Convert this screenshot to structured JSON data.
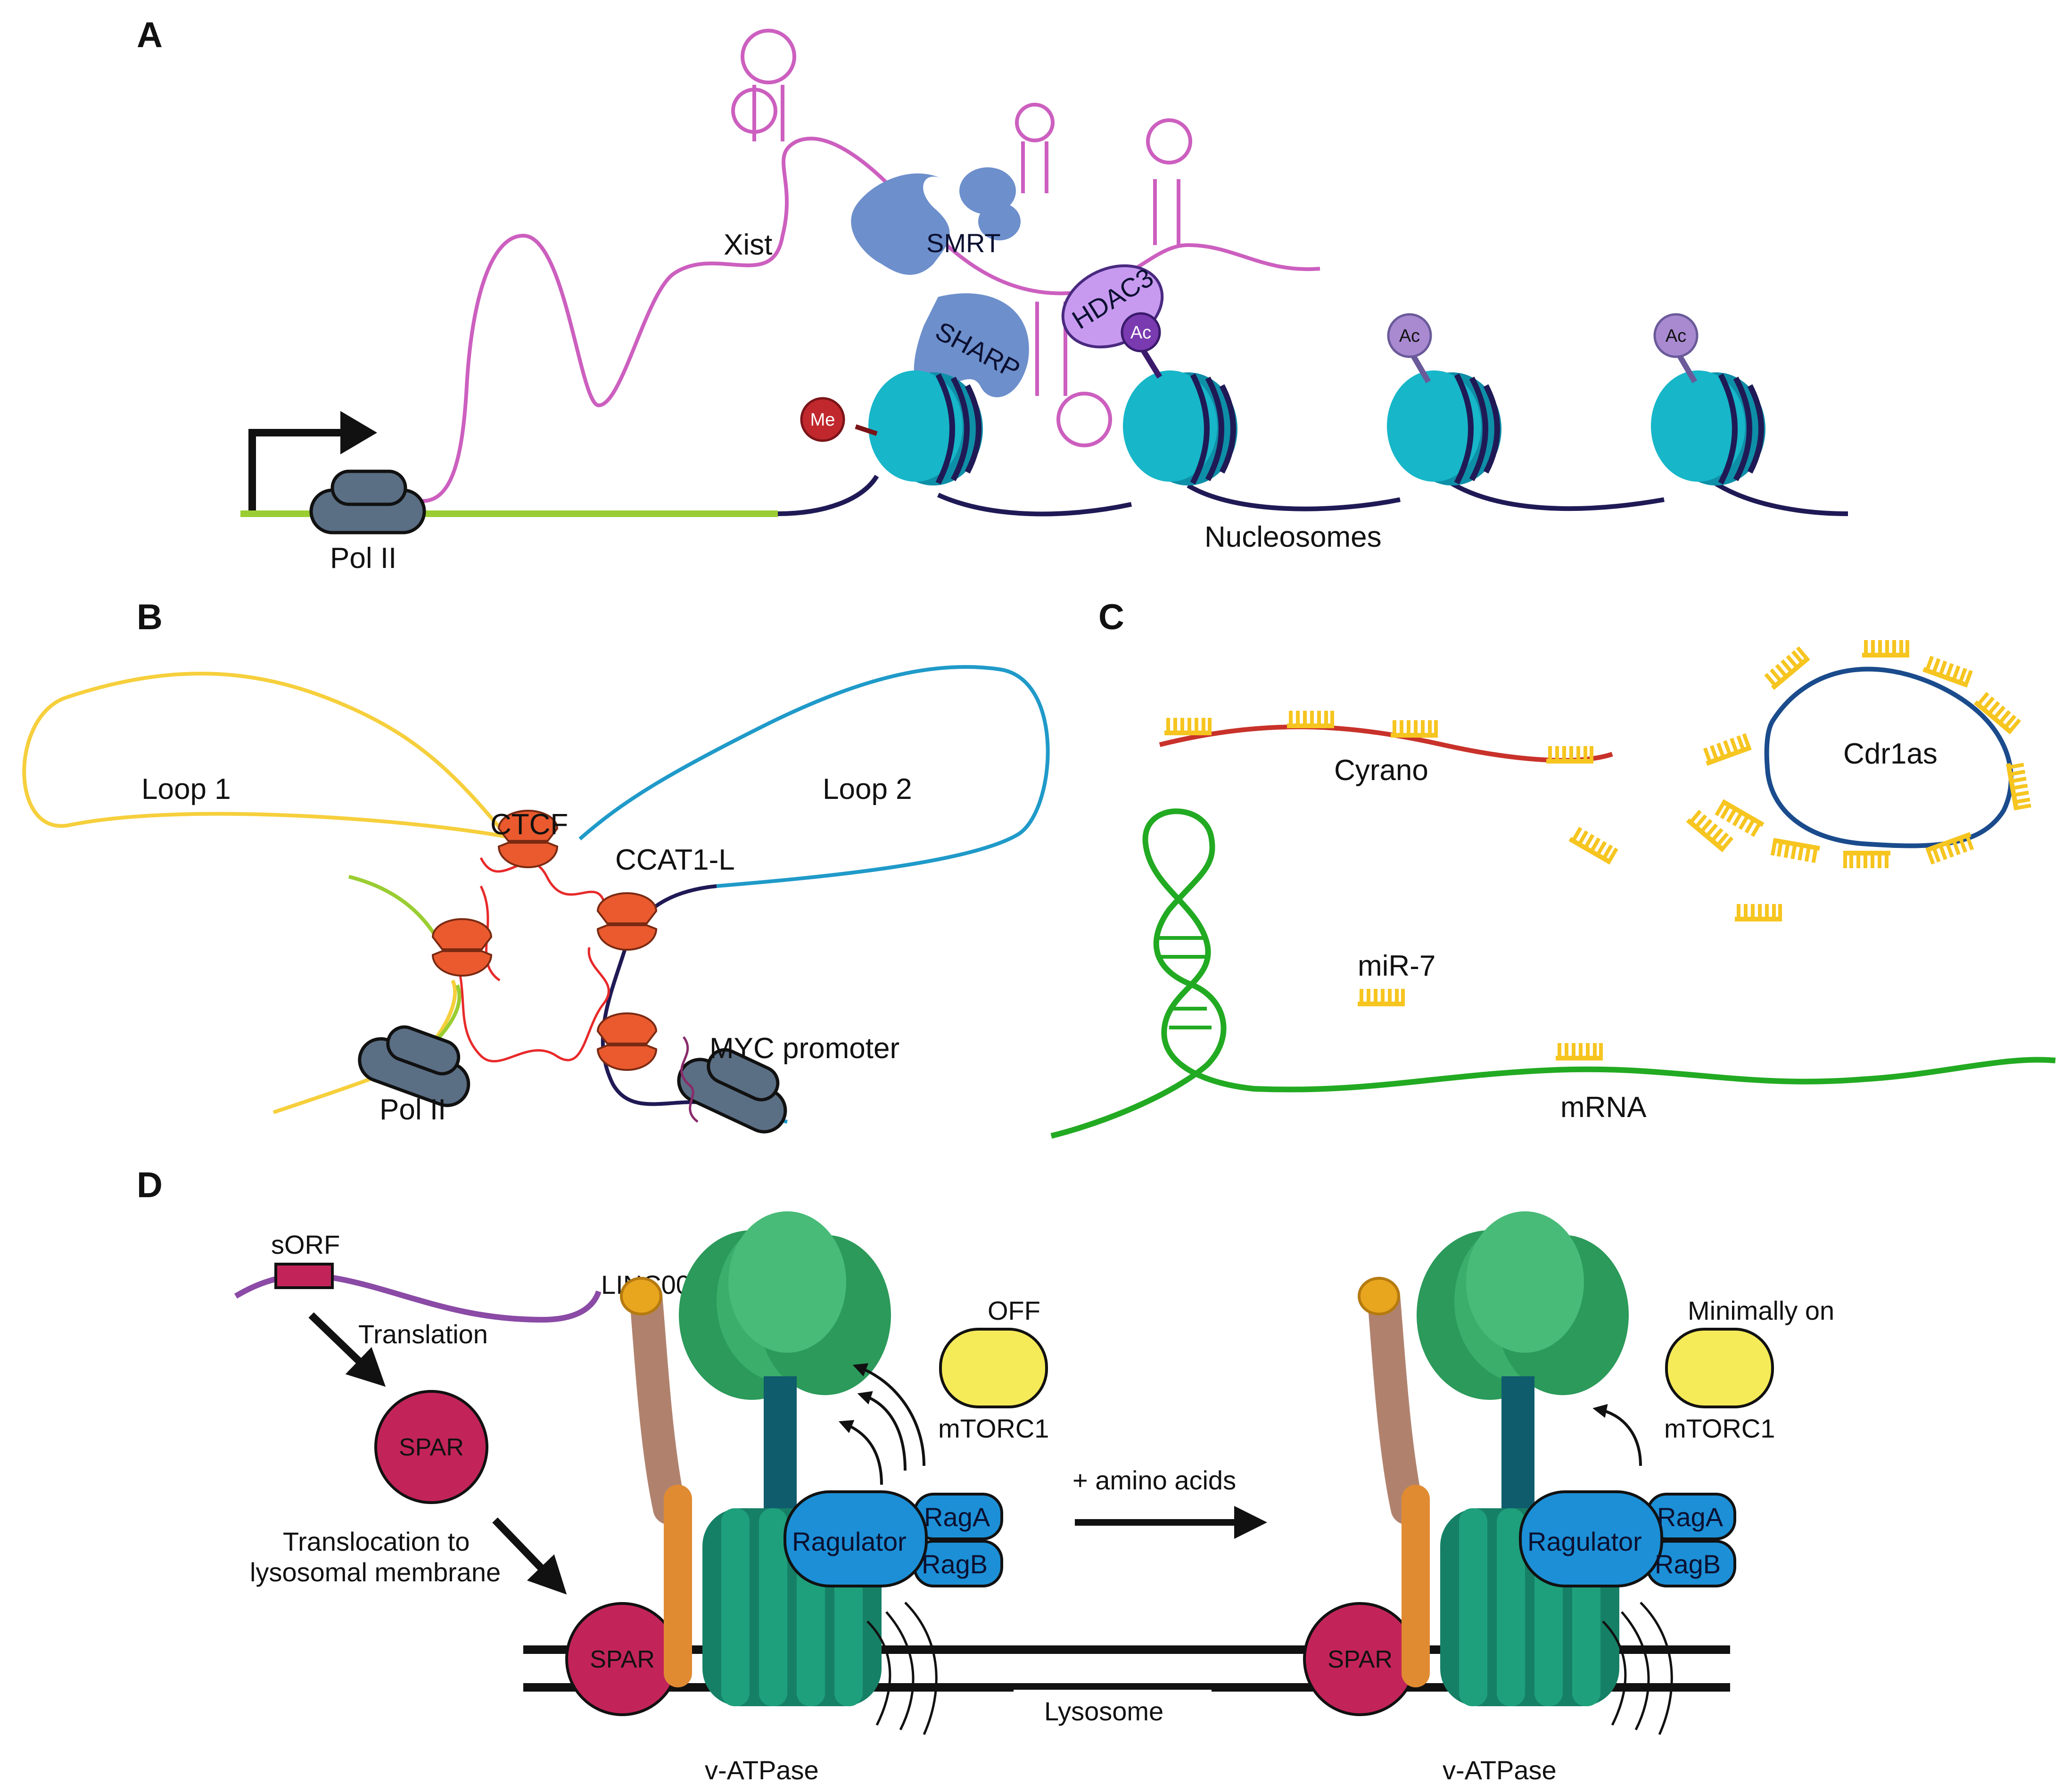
{
  "panels": {
    "a": "A",
    "b": "B",
    "c": "C",
    "d": "D"
  },
  "panel_a": {
    "pol2": "Pol II",
    "xist": "Xist",
    "smrt": "SMRT",
    "sharp": "SHARP",
    "hdac3": "HDAC3",
    "ac": "Ac",
    "me": "Me",
    "nucleosomes": "Nucleosomes"
  },
  "panel_b": {
    "loop1": "Loop 1",
    "loop2": "Loop 2",
    "ctcf": "CTCF",
    "ccat1l": "CCAT1-L",
    "myc": "MYC promoter",
    "pol2": "Pol II"
  },
  "panel_c": {
    "cyrano": "Cyrano",
    "cdr1as": "Cdr1as",
    "mir7": "miR-7",
    "mrna": "mRNA"
  },
  "panel_d": {
    "sorf": "sORF",
    "linc": "LINC00961",
    "translation": "Translation",
    "spar": "SPAR",
    "translocation1": "Translocation to",
    "translocation2": "lysosomal membrane",
    "off": "OFF",
    "minimally_on": "Minimally on",
    "mtorc1": "mTORC1",
    "raga": "RagA",
    "ragb": "RagB",
    "ragulator": "Ragulator",
    "amino_acids": "+ amino acids",
    "lysosome": "Lysosome",
    "vatpase": "v-ATPase"
  },
  "colors": {
    "xist": "#cc5fbf",
    "promoter_dna": "#9acd32",
    "chromatin": "#1f1a55",
    "nucleosome": "#17b6c9",
    "smrt_sharp": "#6d8fcc",
    "hdac3": "#c79af0",
    "ac_badge": "#a98ad1",
    "me_badge": "#c0282d",
    "polii": "#5a6e84",
    "loop1": "#f6cf3c",
    "loop2": "#1f9ac9",
    "ctcf": "#ea5a2e",
    "ccat1l": "#e8292a",
    "cyrano": "#c8322a",
    "cdr1as": "#1a4b8c",
    "mir": "#f6c520",
    "mrna": "#22aa22",
    "linc": "#8a4aa5",
    "spar": "#c2245a",
    "mtorc1": "#f5ea58",
    "ragulator": "#1c8fd6",
    "vatpase_v1": "#2fa862",
    "vatpase_v0": "#17806a",
    "membrane": "#111111"
  }
}
